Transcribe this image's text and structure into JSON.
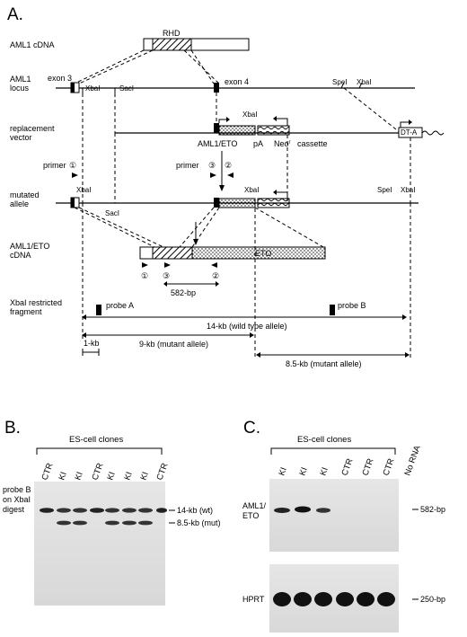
{
  "panel_a": {
    "letter": "A.",
    "row_labels": {
      "cdna": "AML1 cDNA",
      "locus_line1": "AML1",
      "locus_line2": "locus",
      "vector_line1": "replacement",
      "vector_line2": "vector",
      "mutated_line1": "mutated",
      "mutated_line2": "allele",
      "fusion_line1": "AML1/ETO",
      "fusion_line2": "cDNA",
      "fragment_line1": "XbaI restricted",
      "fragment_line2": "fragment"
    },
    "rhd_label": "RHD",
    "exon3": "exon 3",
    "exon4": "exon 4",
    "xbai": "XbaI",
    "saci": "SacI",
    "spei": "SpeI",
    "aml1eto": "AML1/ETO",
    "pa": "pA",
    "neo": "Neo",
    "neo_sup": "r",
    "cassette": "cassette",
    "dta": "DT-A",
    "primer": "primer",
    "primer1": "①",
    "primer2": "②",
    "primer3": "③",
    "eto": "ETO",
    "pcr_size": "582-bp",
    "probe_a": "probe A",
    "probe_b": "probe B",
    "frag_wt": "14-kb (wild type allele)",
    "frag_mut9": "9-kb (mutant allele)",
    "frag_mut85": "8.5-kb (mutant allele)",
    "scale": "1-kb"
  },
  "panel_b": {
    "letter": "B.",
    "group_label": "ES-cell clones",
    "side_label_lines": [
      "probe B",
      "on XbaI",
      "digest"
    ],
    "lanes": [
      "CTR",
      "KI",
      "KI",
      "CTR",
      "KI",
      "KI",
      "KI",
      "CTR"
    ],
    "band_labels": [
      "14-kb (wt)",
      "8.5-kb (mut)"
    ]
  },
  "panel_c": {
    "letter": "C.",
    "group_label": "ES-cell clones",
    "lanes": [
      "KI",
      "KI",
      "KI",
      "CTR",
      "CTR",
      "CTR"
    ],
    "extra_lane": "No RNA",
    "top_label_lines": [
      "AML1/",
      "ETO"
    ],
    "top_size": "582-bp",
    "bottom_label": "HPRT",
    "bottom_size": "250-bp"
  }
}
